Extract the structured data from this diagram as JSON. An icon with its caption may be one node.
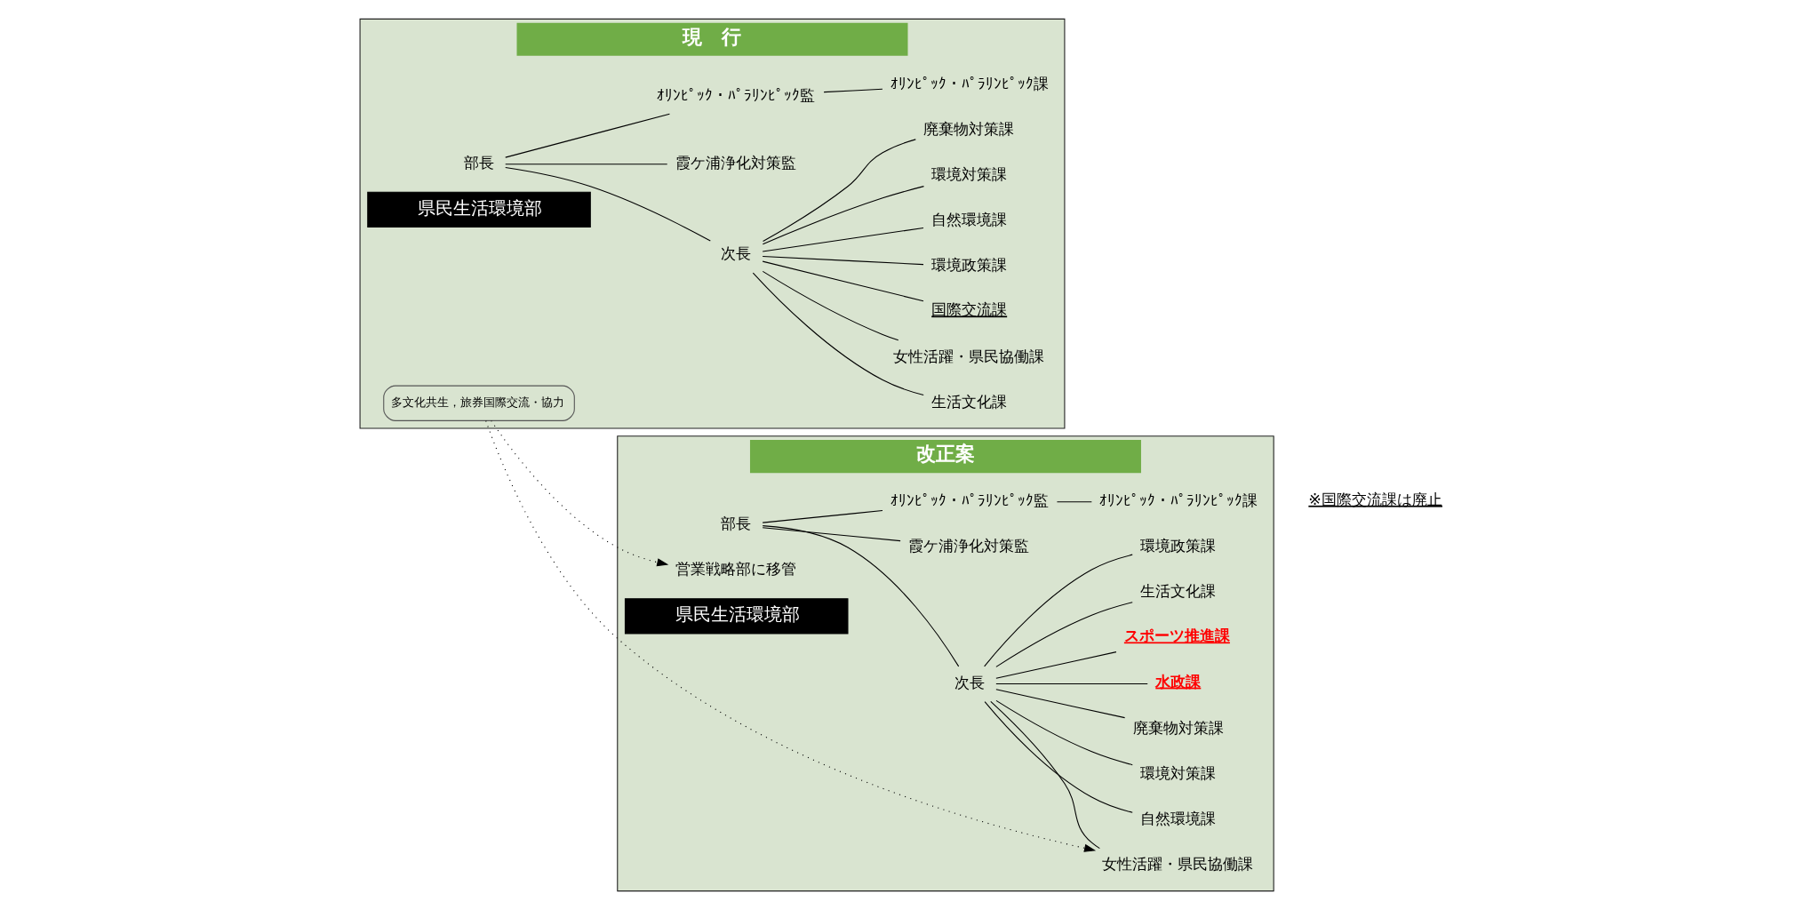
{
  "diagram": {
    "nodes": [
      {
        "text": [
          "現　行"
        ]
      },
      {
        "text": [
          "県民生活環境部"
        ],
        "in": 0
      },
      {
        "text": [
          "部長"
        ],
        "in": 0
      },
      {
        "text": [
          "次長"
        ],
        "in": 0
      },
      {
        "text": [
          "霞ケ浦浄化対策監"
        ],
        "in": 0
      },
      {
        "text": [
          "ｵﾘﾝﾋﾟｯｸ・ﾊﾟﾗﾘﾝﾋﾟｯｸ監"
        ],
        "in": 0
      },
      {
        "text": [
          "生活文化課"
        ],
        "in": 0
      },
      {
        "text": [
          "女性活躍・県民協働課"
        ],
        "in": 0
      },
      {
        "text": [
          "国際交流課"
        ],
        "in": 0
      },
      {
        "text": [
          "多文化共生，旅券国際交流・協力"
        ],
        "in": 0
      },
      {
        "text": [
          "環境政策課"
        ],
        "in": 0
      },
      {
        "text": [
          "自然環境課"
        ],
        "in": 0
      },
      {
        "text": [
          "環境対策課"
        ],
        "in": 0
      },
      {
        "text": [
          "廃棄物対策課"
        ],
        "in": 0
      },
      {
        "text": [
          "ｵﾘﾝﾋﾟｯｸ・ﾊﾟﾗﾘﾝﾋﾟｯｸ課"
        ],
        "in": 0
      },
      {
        "text": [
          "改正案"
        ]
      },
      {
        "text": [
          "営業戦略部に移管"
        ],
        "in": 15
      },
      {
        "text": [
          "県民生活環境部"
        ],
        "in": 15
      },
      {
        "text": [
          "部長"
        ],
        "in": 15
      },
      {
        "text": [
          "次長"
        ],
        "in": 15
      },
      {
        "text": [
          "霞ケ浦浄化対策監"
        ],
        "in": 15
      },
      {
        "text": [
          "ｵﾘﾝﾋﾟｯｸ・ﾊﾟﾗﾘﾝﾋﾟｯｸ監"
        ],
        "in": 15
      },
      {
        "text": [
          "生活文化課"
        ],
        "in": 15
      },
      {
        "text": [
          "女性活躍・県民協働課"
        ],
        "in": 15
      },
      {
        "text": [
          "環境政策課"
        ],
        "in": 15
      },
      {
        "text": [
          "自然環境課"
        ],
        "in": 15
      },
      {
        "text": [
          "環境対策課"
        ],
        "in": 15
      },
      {
        "text": [
          "廃棄物対策課"
        ],
        "in": 15
      },
      {
        "text": [
          "水政課"
        ],
        "in": 15
      },
      {
        "text": [
          "スポーツ推進課"
        ],
        "in": 15
      },
      {
        "text": [
          "ｵﾘﾝﾋﾟｯｸ・ﾊﾟﾗﾘﾝﾋﾟｯｸ課"
        ],
        "in": 15
      }
    ],
    "edges": [
      {
        "from": 2,
        "to": 3,
        "arrow": "none"
      },
      {
        "from": 2,
        "to": 4,
        "arrow": "none"
      },
      {
        "from": 2,
        "to": 5,
        "arrow": "none"
      },
      {
        "from": 3,
        "to": 6,
        "arrow": "none"
      },
      {
        "from": 3,
        "to": 7,
        "arrow": "none"
      },
      {
        "from": 3,
        "to": 8,
        "arrow": "none"
      },
      {
        "from": 3,
        "to": 10,
        "arrow": "none"
      },
      {
        "from": 3,
        "to": 11,
        "arrow": "none"
      },
      {
        "from": 3,
        "to": 12,
        "arrow": "none"
      },
      {
        "from": 3,
        "to": 13,
        "arrow": "none"
      },
      {
        "from": 5,
        "to": 14,
        "arrow": "none"
      },
      {
        "from": 9,
        "to": 23,
        "arrow": "to",
        "style": "dashed"
      },
      {
        "from": 9,
        "to": 16,
        "arrow": "to",
        "style": "dashed"
      },
      {
        "from": 18,
        "to": 19,
        "arrow": "none"
      },
      {
        "from": 18,
        "to": 20,
        "arrow": "none"
      },
      {
        "from": 18,
        "to": 21,
        "arrow": "none"
      },
      {
        "from": 19,
        "to": 22,
        "arrow": "none"
      },
      {
        "from": 19,
        "to": 23,
        "arrow": "none"
      },
      {
        "from": 19,
        "to": 24,
        "arrow": "none"
      },
      {
        "from": 19,
        "to": 25,
        "arrow": "none"
      },
      {
        "from": 19,
        "to": 26,
        "arrow": "none"
      },
      {
        "from": 19,
        "to": 27,
        "arrow": "none"
      },
      {
        "from": 19,
        "to": 28,
        "arrow": "none"
      },
      {
        "from": 19,
        "to": 29,
        "arrow": "none"
      },
      {
        "from": 21,
        "to": 30,
        "arrow": "none"
      }
    ],
    "labels": [
      "※国際交流課は廃止"
    ]
  }
}
